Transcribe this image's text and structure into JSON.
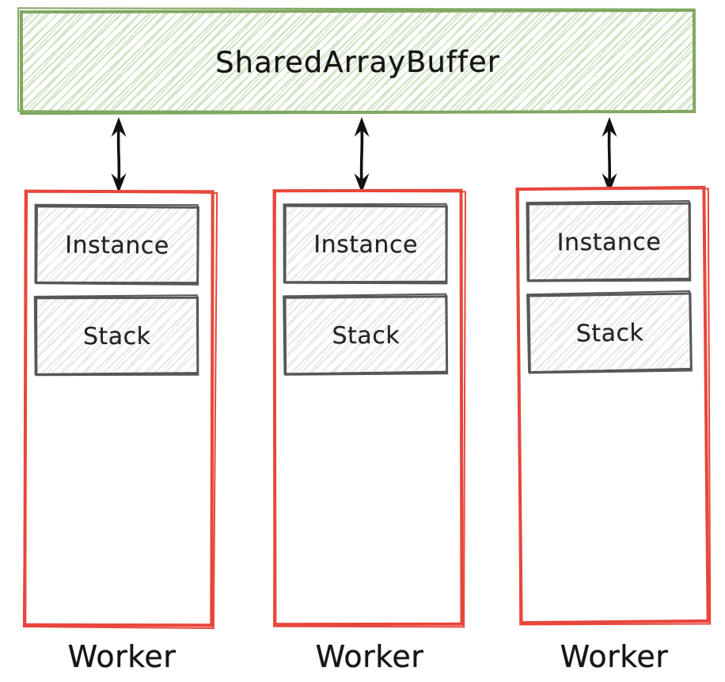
{
  "diagram": {
    "buffer": {
      "label": "SharedArrayBuffer"
    },
    "workers": [
      {
        "label": "Worker",
        "blocks": [
          {
            "label": "Instance"
          },
          {
            "label": "Stack"
          }
        ]
      },
      {
        "label": "Worker",
        "blocks": [
          {
            "label": "Instance"
          },
          {
            "label": "Stack"
          }
        ]
      },
      {
        "label": "Worker",
        "blocks": [
          {
            "label": "Instance"
          },
          {
            "label": "Stack"
          }
        ]
      }
    ],
    "connections": [
      {
        "from": "SharedArrayBuffer",
        "to": "Worker 1",
        "type": "bidirectional"
      },
      {
        "from": "SharedArrayBuffer",
        "to": "Worker 2",
        "type": "bidirectional"
      },
      {
        "from": "SharedArrayBuffer",
        "to": "Worker 3",
        "type": "bidirectional"
      }
    ],
    "colors": {
      "buffer_stroke": "#7fa861",
      "buffer_hatch": "#cddfc0",
      "worker_stroke": "#e8463b",
      "block_stroke": "#575757",
      "block_hatch": "#e6e6e6",
      "arrow": "#111111",
      "text": "#161616"
    },
    "style": "hand-drawn sketch"
  }
}
